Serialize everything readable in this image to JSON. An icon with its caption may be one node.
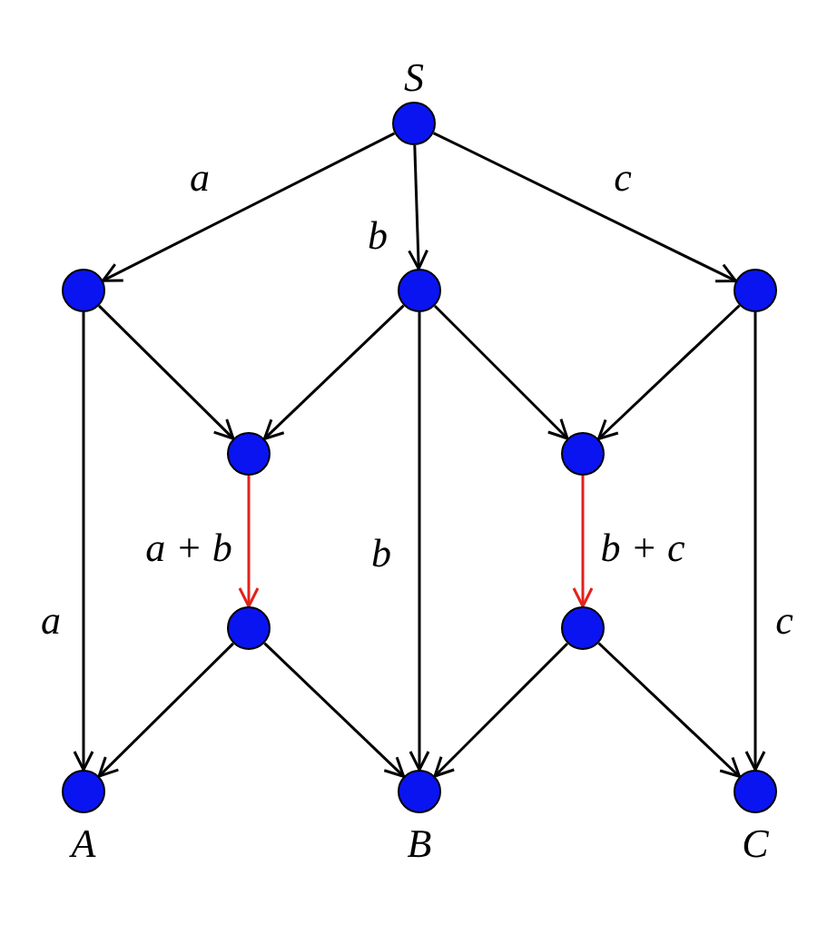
{
  "diagram": {
    "nodes": [
      {
        "text": [
          "S"
        ]
      },
      {
        "text": [],
        "shape": "circle"
      },
      {
        "text": [],
        "shape": "circle"
      },
      {
        "text": [],
        "shape": "circle"
      },
      {
        "text": [],
        "shape": "circle"
      },
      {
        "text": [],
        "shape": "circle"
      },
      {
        "text": [],
        "shape": "circle"
      },
      {
        "text": [],
        "shape": "circle"
      },
      {
        "text": [
          "A"
        ]
      },
      {
        "text": [
          "B"
        ]
      },
      {
        "text": [
          "C"
        ]
      }
    ],
    "edges": [
      {
        "from": 0,
        "to": 1,
        "arrow": "to",
        "label": "a"
      },
      {
        "from": 0,
        "to": 2,
        "arrow": "to",
        "label": "b"
      },
      {
        "from": 0,
        "to": 3,
        "arrow": "to",
        "label": "c"
      },
      {
        "from": 1,
        "to": 4,
        "arrow": "to"
      },
      {
        "from": 1,
        "to": 8,
        "arrow": "to",
        "label": "a"
      },
      {
        "from": 2,
        "to": 4,
        "arrow": "to"
      },
      {
        "from": 2,
        "to": 9,
        "arrow": "to",
        "label": "b"
      },
      {
        "from": 2,
        "to": 5,
        "arrow": "to"
      },
      {
        "from": 3,
        "to": 5,
        "arrow": "to"
      },
      {
        "from": 3,
        "to": 10,
        "arrow": "to",
        "label": "c"
      },
      {
        "from": 4,
        "to": 6,
        "arrow": "to",
        "label": "a + b",
        "color": "#e3211c"
      },
      {
        "from": 5,
        "to": 7,
        "arrow": "to",
        "label": "b + c",
        "color": "#e3211c"
      },
      {
        "from": 6,
        "to": 8,
        "arrow": "to"
      },
      {
        "from": 6,
        "to": 9,
        "arrow": "to"
      },
      {
        "from": 7,
        "to": 9,
        "arrow": "to"
      },
      {
        "from": 7,
        "to": 10,
        "arrow": "to"
      }
    ]
  }
}
